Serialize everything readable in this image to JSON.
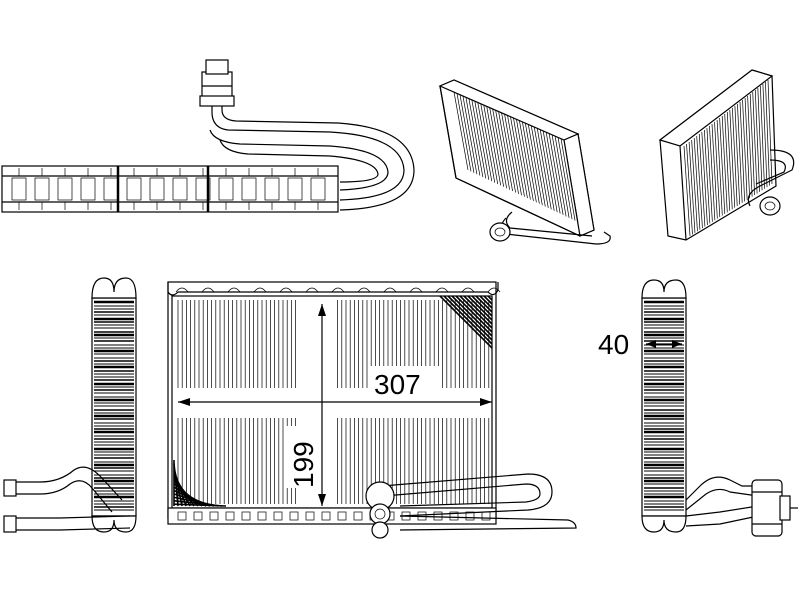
{
  "dimensions": {
    "width_label": "307",
    "height_label": "199",
    "depth_label": "40"
  },
  "views": [
    {
      "name": "top-view"
    },
    {
      "name": "isometric-front-view"
    },
    {
      "name": "isometric-back-view"
    },
    {
      "name": "left-side-view"
    },
    {
      "name": "front-view"
    },
    {
      "name": "right-side-view"
    }
  ],
  "colors": {
    "line": "#000000",
    "background": "#ffffff"
  }
}
